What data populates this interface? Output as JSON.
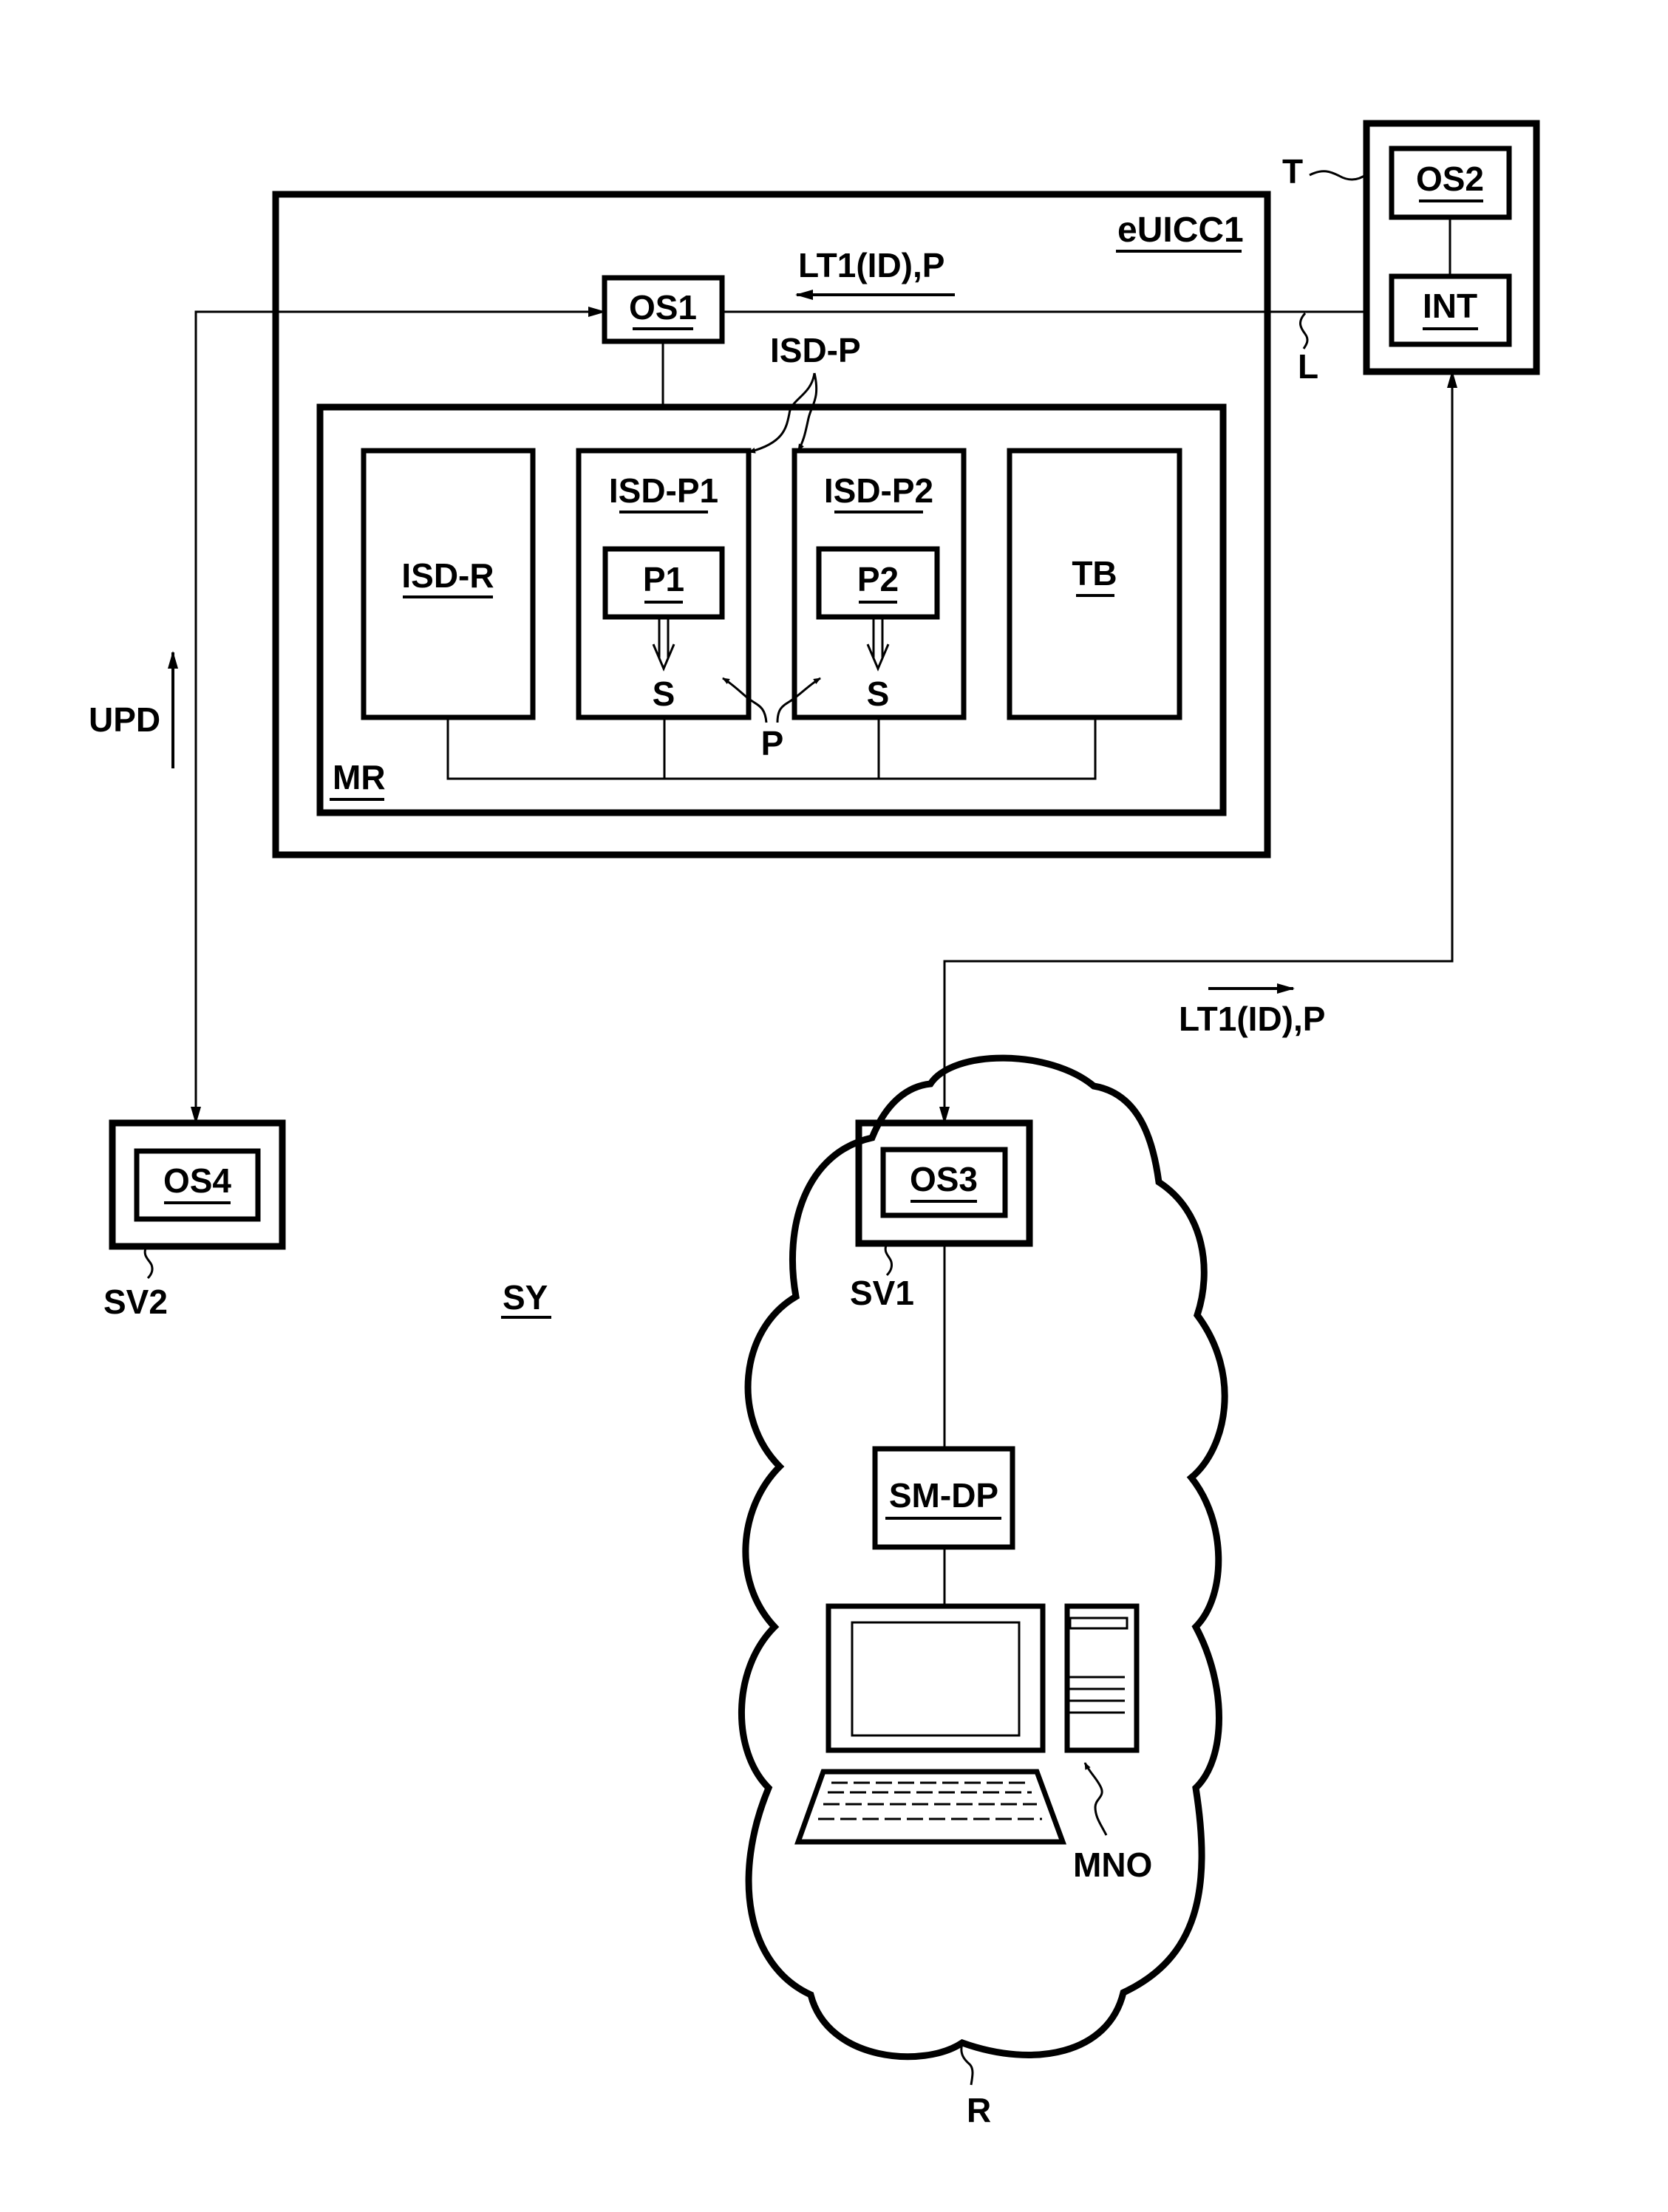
{
  "figure": {
    "system_label": "SY",
    "colors": {
      "ink": "#000000",
      "background": "#ffffff"
    }
  },
  "euicc": {
    "label": "eUICC1",
    "os": "OS1",
    "isd_p_group_label": "ISD-P",
    "memory": {
      "label": "MR",
      "blocks": [
        {
          "label": "ISD-R"
        },
        {
          "label": "ISD-P1",
          "profile": "P1",
          "state": "S"
        },
        {
          "label": "ISD-P2",
          "profile": "P2",
          "state": "S"
        },
        {
          "label": "TB"
        }
      ],
      "profiles_label": "P"
    }
  },
  "terminal": {
    "label": "T",
    "os": "OS2",
    "interface": "INT",
    "link_label": "L"
  },
  "messages": {
    "to_euicc": "LT1(ID),P",
    "from_network": "LT1(ID),P",
    "update": "UPD"
  },
  "server2": {
    "label": "SV2",
    "os": "OS4"
  },
  "network": {
    "label": "R",
    "server1": {
      "label": "SV1",
      "os": "OS3"
    },
    "sm_dp": "SM-DP",
    "operator": "MNO"
  }
}
